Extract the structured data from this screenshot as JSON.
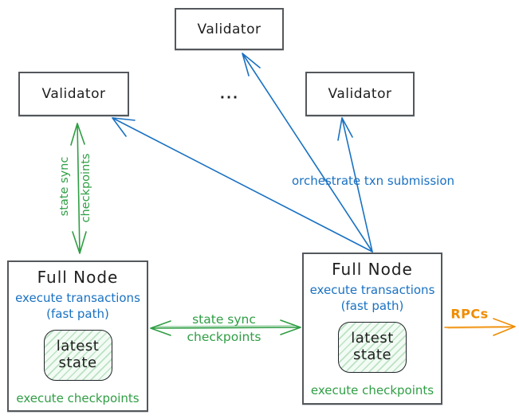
{
  "colors": {
    "blue": "#1971c2",
    "green": "#2f9e44",
    "orange": "#f08c00",
    "ink": "#1e1e1e",
    "box_border": "#54585c",
    "state_fill": "#f2fbf4"
  },
  "validators": {
    "top": {
      "label": "Validator"
    },
    "left": {
      "label": "Validator"
    },
    "right": {
      "label": "Validator"
    }
  },
  "ellipsis": "...",
  "full_nodes": {
    "left": {
      "title": "Full Node",
      "exec_line1": "execute transactions",
      "exec_line2": "(fast path)",
      "state": {
        "line1": "latest",
        "line2": "state"
      },
      "footer": "execute checkpoints"
    },
    "right": {
      "title": "Full Node",
      "exec_line1": "execute transactions",
      "exec_line2": "(fast path)",
      "state": {
        "line1": "latest",
        "line2": "state"
      },
      "footer": "execute checkpoints"
    }
  },
  "edges": {
    "left_sync": {
      "line1": "state sync",
      "line2": "checkpoints"
    },
    "mid_sync": {
      "line1": "state sync",
      "line2": "checkpoints"
    },
    "orchestrate": {
      "label": "orchestrate txn submission"
    },
    "rpcs": {
      "label": "RPCs"
    }
  }
}
